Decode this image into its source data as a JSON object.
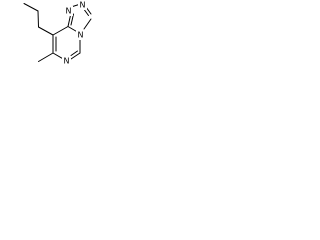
{
  "molecule": {
    "atoms": {
      "n1": "N",
      "n2": "N",
      "n3": "N",
      "n4": "N"
    },
    "colors": {
      "bond": "#000000",
      "label": "#000000",
      "background": "#ffffff"
    }
  }
}
